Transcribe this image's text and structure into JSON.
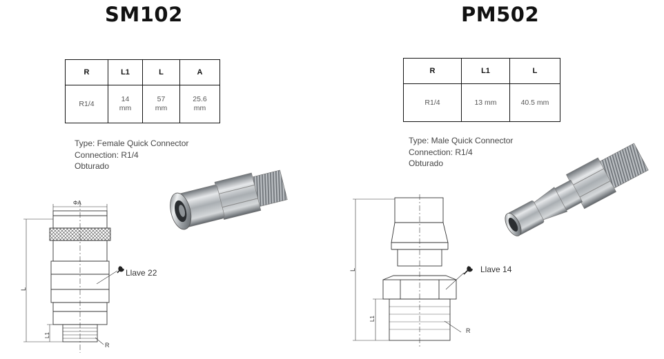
{
  "products": [
    {
      "model": "SM102",
      "table": {
        "headers": [
          "R",
          "L1",
          "L",
          "A"
        ],
        "row": [
          [
            "R1/4"
          ],
          [
            "14",
            "mm"
          ],
          [
            "57",
            "mm"
          ],
          [
            "25.6",
            "mm"
          ]
        ]
      },
      "description": {
        "type": "Type: Female Quick Connector",
        "connection": "Connection: R1/4",
        "extra": "Obturado"
      },
      "drawing": {
        "dim_phi": "ΦA",
        "dim_l": "L",
        "dim_l1": "L1",
        "dim_r": "R",
        "wrench": "Llave 22"
      }
    },
    {
      "model": "PM502",
      "table": {
        "headers": [
          "R",
          "L1",
          "L"
        ],
        "row": [
          [
            "R1/4"
          ],
          [
            "13 mm"
          ],
          [
            "40.5 mm"
          ]
        ]
      },
      "description": {
        "type": "Type: Male Quick Connector",
        "connection": "Connection: R1/4",
        "extra": "Obturado"
      },
      "drawing": {
        "dim_l": "L",
        "dim_l1": "L1",
        "dim_r": "R",
        "wrench": "Llave 14"
      }
    }
  ],
  "colors": {
    "text": "#222222",
    "muted": "#555555",
    "line": "#111111",
    "metal": "#b8bcc0"
  },
  "icons": [
    "wrench-icon",
    "wrench-icon"
  ]
}
